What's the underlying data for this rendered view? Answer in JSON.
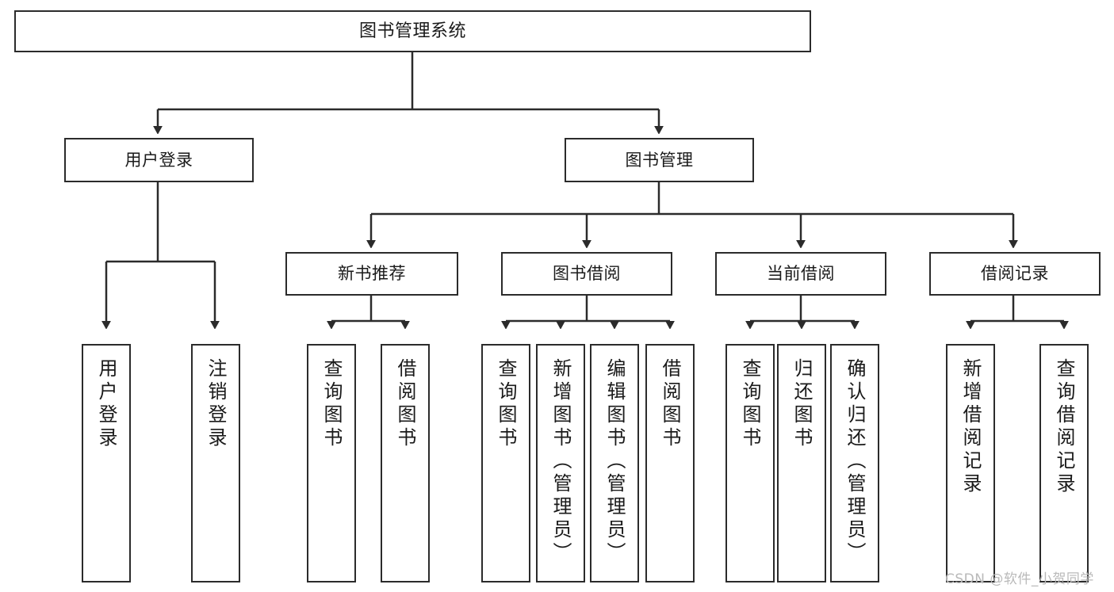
{
  "diagram": {
    "title": "图书管理系统",
    "type": "tree-hierarchy-functional-decomposition",
    "colors": {
      "stroke": "#2b2b2b",
      "fill": "#ffffff",
      "text": "#1a1a1a",
      "watermark": "#b9b9b9"
    },
    "root": {
      "label": "图书管理系统"
    },
    "level2": [
      {
        "label": "用户登录"
      },
      {
        "label": "图书管理"
      }
    ],
    "level3": [
      {
        "label": "新书推荐"
      },
      {
        "label": "图书借阅"
      },
      {
        "label": "当前借阅"
      },
      {
        "label": "借阅记录"
      }
    ],
    "leaves": {
      "user_login": [
        {
          "label": "用户登录"
        },
        {
          "label": "注销登录"
        }
      ],
      "new_book_recommend": [
        {
          "label": "查询图书"
        },
        {
          "label": "借阅图书"
        }
      ],
      "book_borrow": [
        {
          "label": "查询图书"
        },
        {
          "label": "新增图书（管理员）"
        },
        {
          "label": "编辑图书（管理员）"
        },
        {
          "label": "借阅图书"
        }
      ],
      "current_borrow": [
        {
          "label": "查询图书"
        },
        {
          "label": "归还图书"
        },
        {
          "label": "确认归还（管理员）"
        }
      ],
      "borrow_record": [
        {
          "label": "新增借阅记录"
        },
        {
          "label": "查询借阅记录"
        }
      ]
    }
  },
  "watermark": {
    "text": "CSDN @软件_小贺同学"
  }
}
